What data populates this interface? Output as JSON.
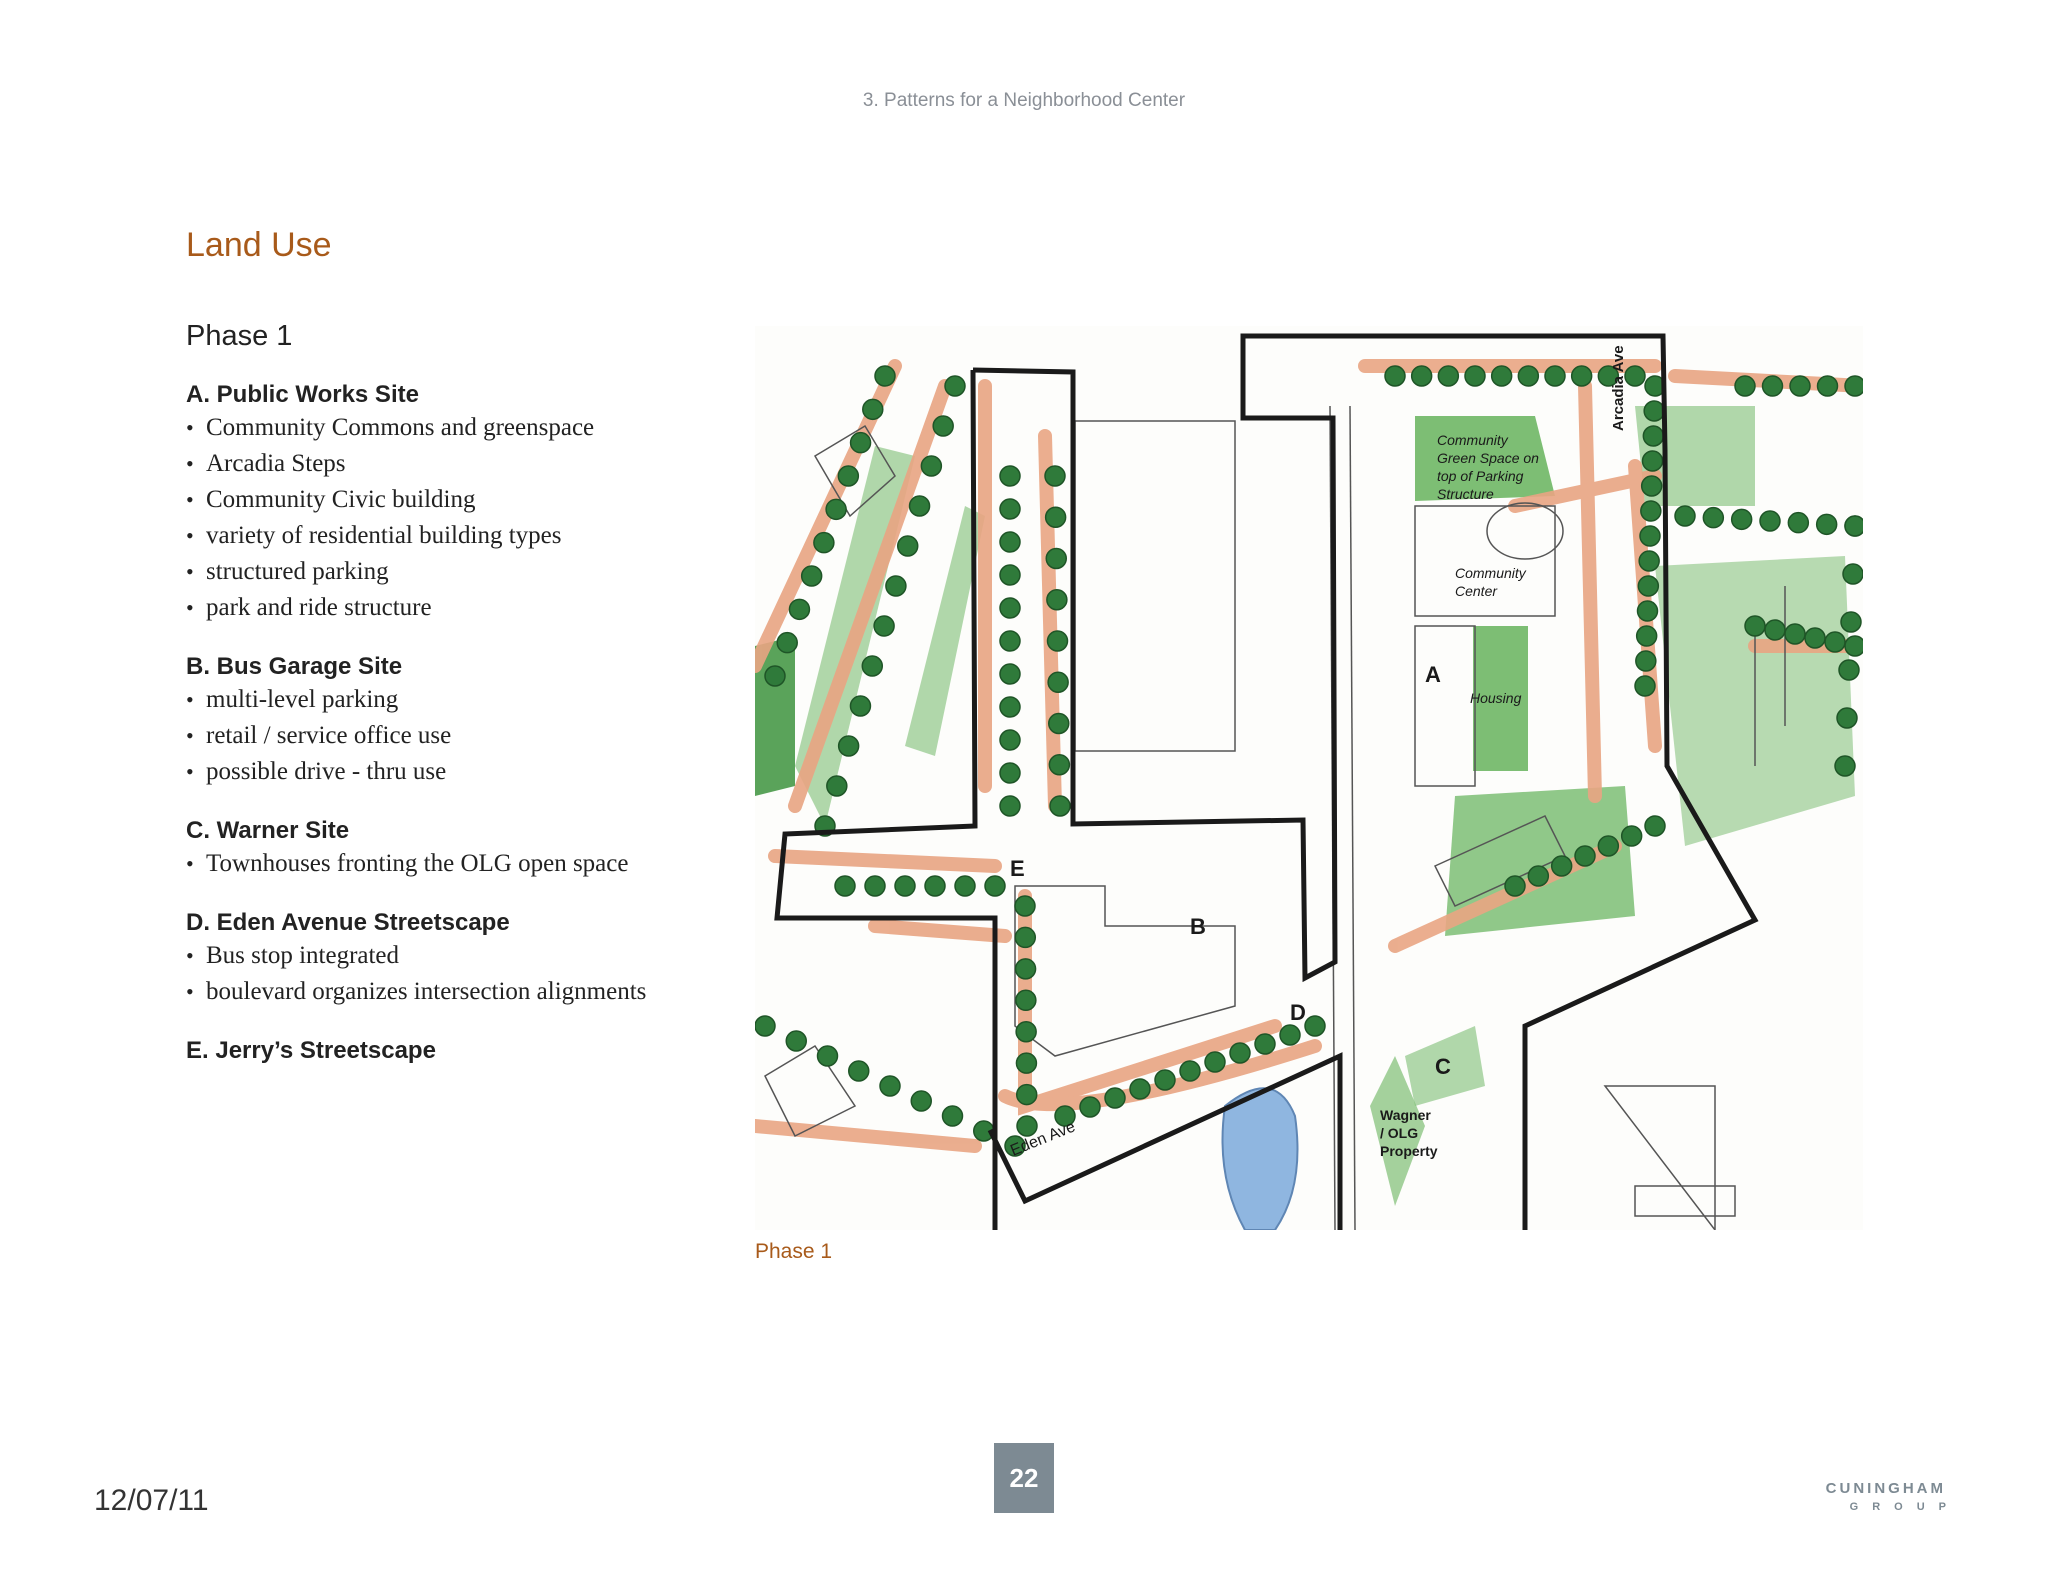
{
  "header": "3. Patterns for a Neighborhood Center",
  "title": "Land Use",
  "phase_title": "Phase 1",
  "sections": [
    {
      "title": "A. Public Works Site",
      "items": [
        "Community Commons and greenspace",
        "Arcadia Steps",
        "Community Civic building",
        "variety of residential building types",
        "structured parking",
        "park and ride structure"
      ]
    },
    {
      "title": "B. Bus Garage Site",
      "items": [
        "multi-level parking",
        "retail / service office use",
        "possible drive - thru use"
      ]
    },
    {
      "title": "C. Warner Site",
      "items": [
        "Townhouses fronting the OLG open space"
      ]
    },
    {
      "title": "D.  Eden Avenue Streetscape",
      "items": [
        "Bus stop integrated",
        "boulevard organizes intersection alignments"
      ]
    },
    {
      "title": "E. Jerry’s Streetscape",
      "items": []
    }
  ],
  "map": {
    "labels": {
      "A": "A",
      "B": "B",
      "C": "C",
      "D": "D",
      "E": "E",
      "arcadia_ave": "Arcadia Ave",
      "eden_ave": "Eden Ave",
      "community_green_1": "Community",
      "community_green_2": "Green Space on",
      "community_green_3": "top of Parking",
      "community_green_4": "Structure",
      "community_center_1": "Community",
      "community_center_2": "Center",
      "housing": "Housing",
      "wagner_1": "Wagner",
      "wagner_2": "/ OLG",
      "wagner_3": "Property"
    },
    "colors": {
      "tree": "#2f7a3a",
      "green": "#7dbe74",
      "path": "#e9a583",
      "water": "#8fb6e0",
      "boundary": "#1a1a1a"
    }
  },
  "map_caption": "Phase 1",
  "page_number": "22",
  "date": "12/07/11",
  "logo": {
    "line1": "CUNINGHAM",
    "line2": "GROUP"
  }
}
